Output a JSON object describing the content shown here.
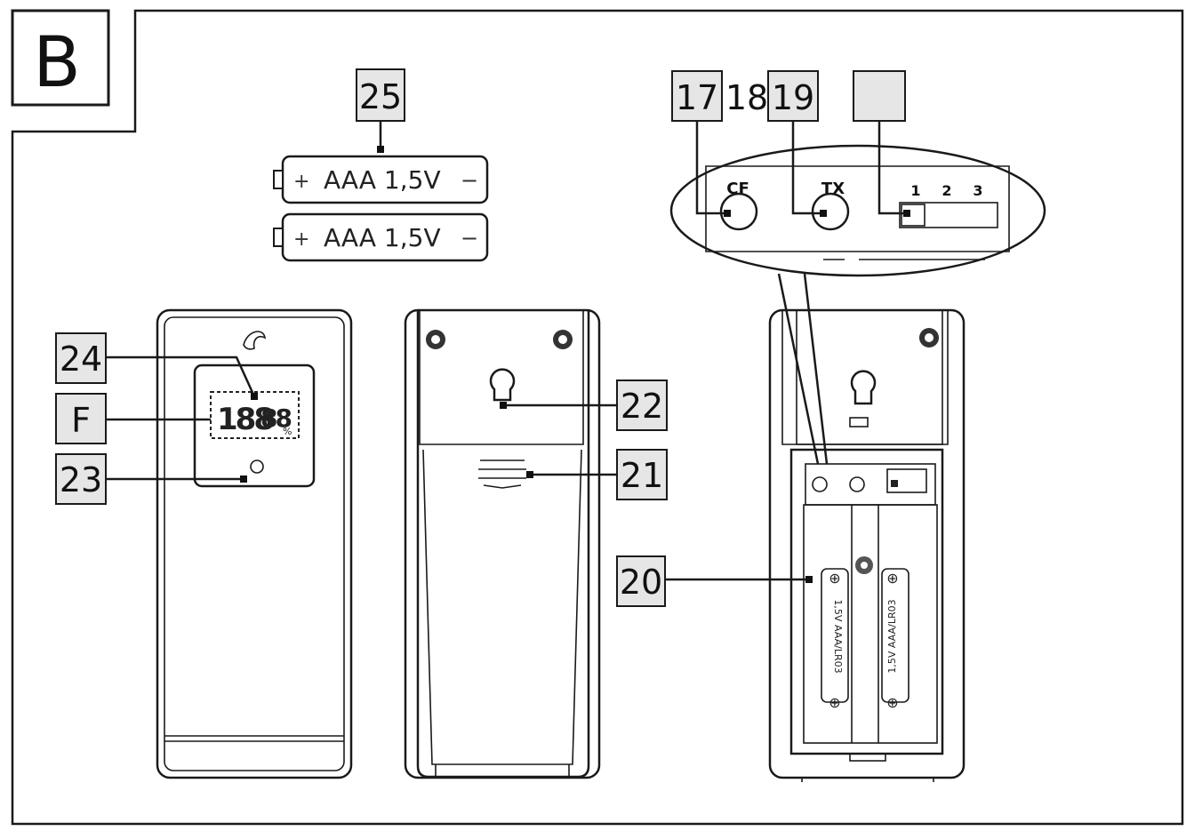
{
  "panel": {
    "letter": "B"
  },
  "callouts": {
    "c17": "17",
    "c18": "18",
    "c19": "19",
    "c20": "20",
    "c21": "21",
    "c22": "22",
    "c23": "23",
    "c24": "24",
    "c25": "25",
    "cF": "F",
    "blank": ""
  },
  "batteries": [
    {
      "plus": "+",
      "label": "AAA  1,5V",
      "minus": "−"
    },
    {
      "plus": "+",
      "label": "AAA  1,5V",
      "minus": "−"
    }
  ],
  "detail": {
    "cf": "CF",
    "tx": "TX",
    "ch1": "1",
    "ch2": "2",
    "ch3": "3"
  },
  "lcd": {
    "digits1": "188",
    "digits2": "88",
    "unit": "%"
  },
  "compartment": {
    "cell_text": "1,5V AAA/LR03",
    "plus": "⊕"
  }
}
